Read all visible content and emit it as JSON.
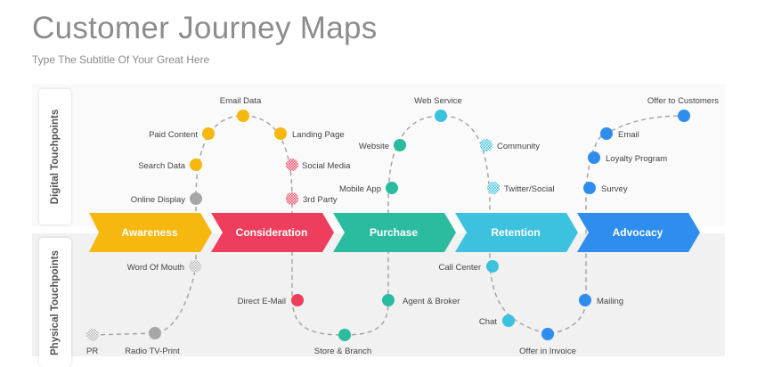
{
  "header": {
    "title": "Customer Journey Maps",
    "subtitle": "Type The Subtitle Of Your Great Here"
  },
  "sections": {
    "digital": "Digital Touchpoints",
    "physical": "Physical Touchpoints"
  },
  "stages": [
    {
      "label": "Awareness",
      "color": "#f6b70f"
    },
    {
      "label": "Consideration",
      "color": "#ef3e5d"
    },
    {
      "label": "Purchase",
      "color": "#2bbc9f"
    },
    {
      "label": "Retention",
      "color": "#3cc1df"
    },
    {
      "label": "Advocacy",
      "color": "#2e8ded"
    }
  ],
  "touchpoints": {
    "digital": [
      {
        "label": "Email Data",
        "color": "#f6b70f"
      },
      {
        "label": "Paid Content",
        "color": "#f6b70f"
      },
      {
        "label": "Landing Page",
        "color": "#f6b70f"
      },
      {
        "label": "Search Data",
        "color": "#f6b70f"
      },
      {
        "label": "Social Media",
        "color": "#ef3e5d"
      },
      {
        "label": "Online Display",
        "color": "#a7a7a7"
      },
      {
        "label": "3rd Party",
        "color": "#ef3e5d"
      },
      {
        "label": "Web Service",
        "color": "#3cc1df"
      },
      {
        "label": "Website",
        "color": "#2bbc9f"
      },
      {
        "label": "Community",
        "color": "#3cc1df"
      },
      {
        "label": "Mobile App",
        "color": "#2bbc9f"
      },
      {
        "label": "Twitter/Social",
        "color": "#3cc1df"
      },
      {
        "label": "Offer to Customers",
        "color": "#2e8ded"
      },
      {
        "label": "Email",
        "color": "#2e8ded"
      },
      {
        "label": "Loyalty Program",
        "color": "#2e8ded"
      },
      {
        "label": "Survey",
        "color": "#2e8ded"
      }
    ],
    "physical": [
      {
        "label": "Word Of Mouth",
        "color": "#a7a7a7"
      },
      {
        "label": "PR",
        "color": "#a7a7a7"
      },
      {
        "label": "Radio TV-Print",
        "color": "#a7a7a7"
      },
      {
        "label": "Direct E-Mail",
        "color": "#ef3e5d"
      },
      {
        "label": "Store & Branch",
        "color": "#2bbc9f"
      },
      {
        "label": "Agent & Broker",
        "color": "#2bbc9f"
      },
      {
        "label": "Call Center",
        "color": "#3cc1df"
      },
      {
        "label": "Chat",
        "color": "#3cc1df"
      },
      {
        "label": "Offer in Invoice",
        "color": "#2e8ded"
      },
      {
        "label": "Mailing",
        "color": "#2e8ded"
      }
    ]
  }
}
